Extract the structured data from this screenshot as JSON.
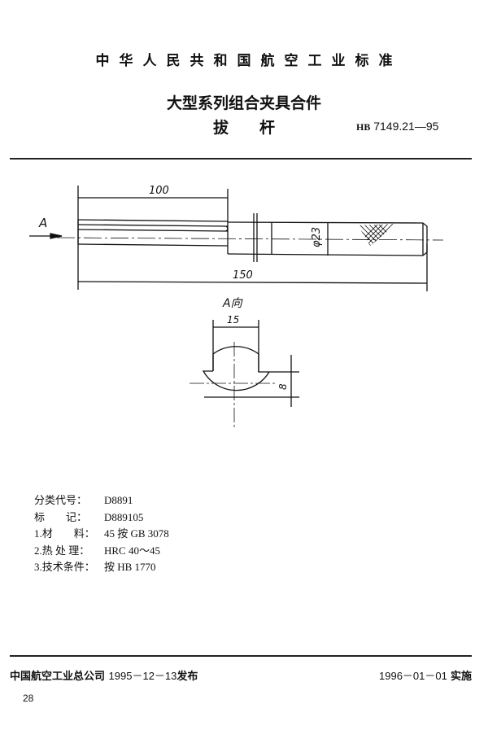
{
  "header": {
    "standard_body": "中华人民共和国航空工业标准",
    "series_title": "大型系列组合夹具合件",
    "part_name_1": "拔",
    "part_name_2": "杆",
    "std_prefix": "HB",
    "std_number": "7149.21—95"
  },
  "drawing": {
    "view_label": "A",
    "dim_length_partial": "100",
    "dim_length_total": "150",
    "dim_diameter": "φ23",
    "section_view_label": "A向",
    "dim_flat_width": "15",
    "dim_flat_height": "8"
  },
  "notes": [
    {
      "label": "分类代号：",
      "value": "D8891"
    },
    {
      "label": "标　　记：",
      "value": "D889105"
    },
    {
      "label": "1.材　　料：",
      "value": "45 按 GB 3078"
    },
    {
      "label": "2.热 处 理：",
      "value": "HRC 40～45"
    },
    {
      "label": "3.技术条件：",
      "value": "按 HB 1770"
    }
  ],
  "footer": {
    "issuer": "中国航空工业总公司",
    "issue_date": "1995－12－13",
    "issue_word": "发布",
    "effective_date": "1996－01－01",
    "effective_word": "实施",
    "page_number": "28"
  },
  "colors": {
    "ink": "#111111",
    "paper": "#ffffff"
  }
}
